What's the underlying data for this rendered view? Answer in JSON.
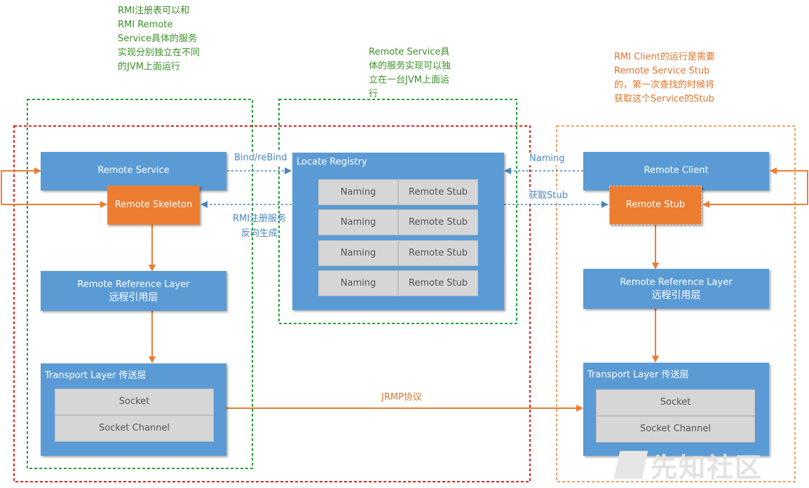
{
  "notes": {
    "service_left": "RMI注册表可以和RMI Remote Service具体的服务实现分别独立在不同的JVM上面运行",
    "registry": "Remote Service具体的服务实现可以独立在一台JVM上面运行",
    "client": "RMI Client的运行是需要Remote Service Stub的，第一次查找的时候将获取这个Service的Stub"
  },
  "server": {
    "remote_service": "Remote Service",
    "remote_skeleton": "Remote Skeleton",
    "ref_layer_en": "Remote Reference Layer",
    "ref_layer_cn": "远程引用层",
    "transport_title": "Transport Layer 传送层",
    "socket": "Socket",
    "socket_channel": "Socket Channel"
  },
  "registry": {
    "title": "Locate Registry",
    "rows": [
      {
        "naming": "Naming",
        "stub": "Remote Stub"
      },
      {
        "naming": "Naming",
        "stub": "Remote Stub"
      },
      {
        "naming": "Naming",
        "stub": "Remote Stub"
      },
      {
        "naming": "Naming",
        "stub": "Remote Stub"
      }
    ]
  },
  "client": {
    "remote_client": "Remote Client",
    "remote_stub": "Remote Stub",
    "ref_layer_en": "Remote Reference Layer",
    "ref_layer_cn": "远程引用层",
    "transport_title": "Transport Layer 传送层",
    "socket": "Socket",
    "socket_channel": "Socket Channel"
  },
  "edges": {
    "bind": "Bind/reBind",
    "rmi_register_1": "RMI注册服务",
    "rmi_register_2": "反向生成",
    "naming": "Naming",
    "get_stub": "获取Stub",
    "jrmp": "JRMP协议"
  },
  "watermark": "先知社区",
  "colors": {
    "blue": "#5b9bd5",
    "orange": "#ed7d31",
    "green_dash": "#22a33a",
    "red_dash": "#e02020",
    "orange_dash": "#f0a060"
  }
}
